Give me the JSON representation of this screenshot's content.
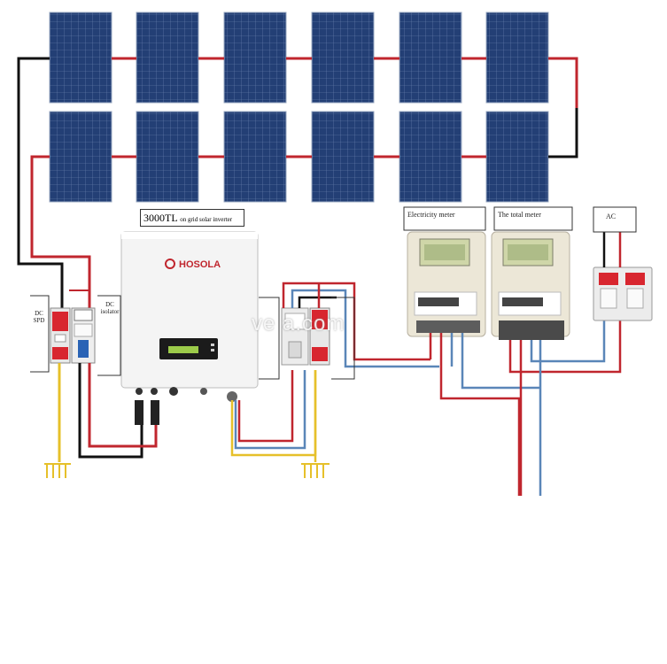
{
  "inverter": {
    "model": "3000TL",
    "subtitle": "on grid solar inverter",
    "brand": "HOSOLA"
  },
  "labels": {
    "dc_spd": "DC SPD",
    "dc_isolator": "DC isolator",
    "electricity_meter": "Electricity meter",
    "total_meter": "The total meter",
    "ac": "AC"
  },
  "watermark": "ve  a.com",
  "colors": {
    "panel": "#1f3a6e",
    "wire_red": "#c0262e",
    "wire_black": "#111111",
    "wire_blue": "#5a86b8",
    "wire_yellow": "#e6c02a",
    "breaker_red": "#d8262f"
  }
}
